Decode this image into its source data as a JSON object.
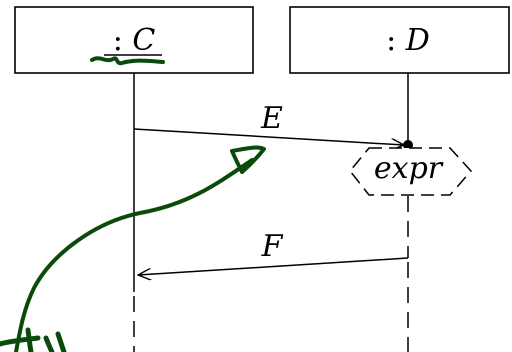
{
  "lifelines": [
    {
      "colon": ":",
      "name": "C"
    },
    {
      "colon": ":",
      "name": "D"
    }
  ],
  "messages": [
    {
      "label": "E"
    },
    {
      "label": "F"
    }
  ],
  "expression": {
    "label": "expr"
  },
  "colors": {
    "ink": "#000000",
    "annotation": "#0a4a0a",
    "background": "#ffffff"
  }
}
